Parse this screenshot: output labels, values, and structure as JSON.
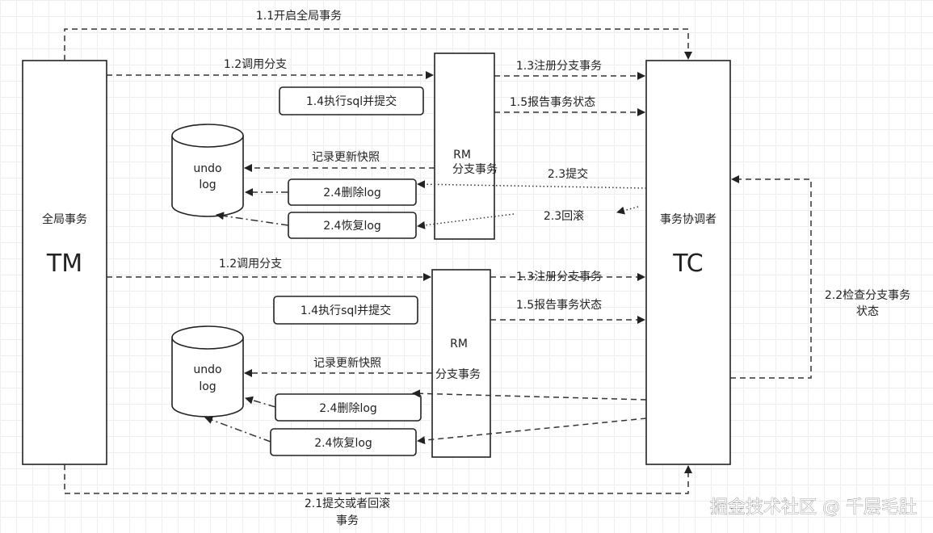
{
  "tm": {
    "name": "全局事务",
    "code": "TM"
  },
  "tc": {
    "name": "事务协调者",
    "code": "TC"
  },
  "rm1": {
    "code": "RM",
    "name": "分支事务"
  },
  "rm2": {
    "code": "RM",
    "name": "分支事务"
  },
  "undo": {
    "line1": "undo",
    "line2": "log"
  },
  "edges": {
    "begin_global": "1.1开启全局事务",
    "call_branch": "1.2调用分支",
    "register_branch": "1.3注册分支事务",
    "report_status": "1.5报告事务状态",
    "record_snapshot": "记录更新快照",
    "tc_commit": "2.3提交",
    "tc_rollback": "2.3回滚",
    "check_status_line1": "2.2检查分支事务",
    "check_status_line2": "状态",
    "commit_or_rollback_line1": "2.1提交或者回滚",
    "commit_or_rollback_line2": "事务"
  },
  "actions": {
    "exec_sql": "1.4执行sql并提交",
    "delete_log": "2.4删除log",
    "restore_log": "2.4恢复log"
  },
  "watermark": "掘金技术社区 @ 千层毛肚"
}
